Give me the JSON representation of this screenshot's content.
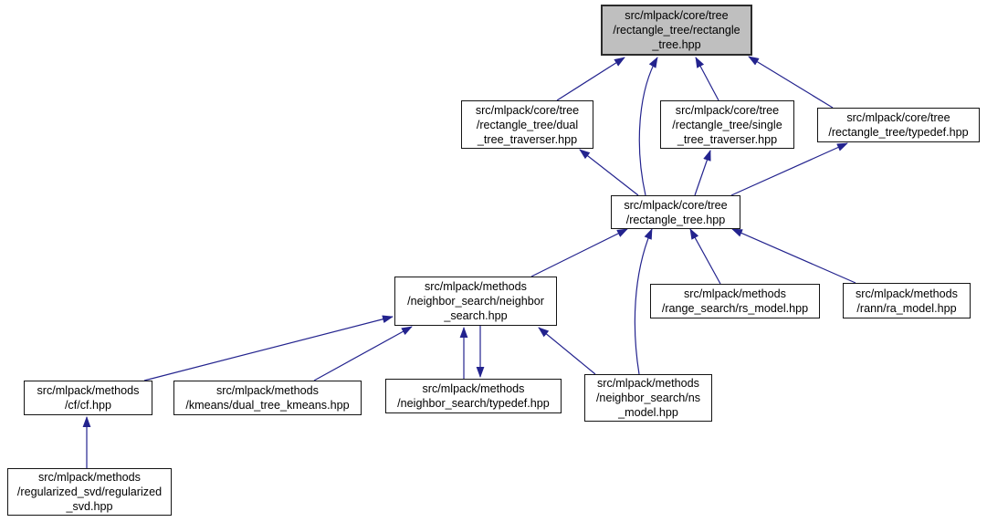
{
  "graph": {
    "type": "include-dependency-graph",
    "edge_color": "#23238e",
    "highlight_fill": "#bfbfbf",
    "nodes": [
      {
        "id": "rectangle_tree_rectangle_tree",
        "label": "src/mlpack/core/tree\n/rectangle_tree/rectangle\n_tree.hpp",
        "highlighted": true
      },
      {
        "id": "dual_tree_traverser",
        "label": "src/mlpack/core/tree\n/rectangle_tree/dual\n_tree_traverser.hpp",
        "highlighted": false
      },
      {
        "id": "single_tree_traverser",
        "label": "src/mlpack/core/tree\n/rectangle_tree/single\n_tree_traverser.hpp",
        "highlighted": false
      },
      {
        "id": "rectangle_tree_typedef",
        "label": "src/mlpack/core/tree\n/rectangle_tree/typedef.hpp",
        "highlighted": false
      },
      {
        "id": "rectangle_tree",
        "label": "src/mlpack/core/tree\n/rectangle_tree.hpp",
        "highlighted": false
      },
      {
        "id": "neighbor_search",
        "label": "src/mlpack/methods\n/neighbor_search/neighbor\n_search.hpp",
        "highlighted": false
      },
      {
        "id": "rs_model",
        "label": "src/mlpack/methods\n/range_search/rs_model.hpp",
        "highlighted": false
      },
      {
        "id": "ra_model",
        "label": "src/mlpack/methods\n/rann/ra_model.hpp",
        "highlighted": false
      },
      {
        "id": "cf",
        "label": "src/mlpack/methods\n/cf/cf.hpp",
        "highlighted": false
      },
      {
        "id": "dual_tree_kmeans",
        "label": "src/mlpack/methods\n/kmeans/dual_tree_kmeans.hpp",
        "highlighted": false
      },
      {
        "id": "neighbor_search_typedef",
        "label": "src/mlpack/methods\n/neighbor_search/typedef.hpp",
        "highlighted": false
      },
      {
        "id": "ns_model",
        "label": "src/mlpack/methods\n/neighbor_search/ns\n_model.hpp",
        "highlighted": false
      },
      {
        "id": "regularized_svd",
        "label": "src/mlpack/methods\n/regularized_svd/regularized\n_svd.hpp",
        "highlighted": false
      }
    ],
    "edges": [
      {
        "from": "dual_tree_traverser",
        "to": "rectangle_tree_rectangle_tree"
      },
      {
        "from": "rectangle_tree",
        "to": "rectangle_tree_rectangle_tree"
      },
      {
        "from": "single_tree_traverser",
        "to": "rectangle_tree_rectangle_tree"
      },
      {
        "from": "rectangle_tree_typedef",
        "to": "rectangle_tree_rectangle_tree"
      },
      {
        "from": "rectangle_tree",
        "to": "dual_tree_traverser"
      },
      {
        "from": "rectangle_tree",
        "to": "single_tree_traverser"
      },
      {
        "from": "rectangle_tree",
        "to": "rectangle_tree_typedef"
      },
      {
        "from": "neighbor_search",
        "to": "rectangle_tree"
      },
      {
        "from": "ns_model",
        "to": "rectangle_tree"
      },
      {
        "from": "rs_model",
        "to": "rectangle_tree"
      },
      {
        "from": "ra_model",
        "to": "rectangle_tree"
      },
      {
        "from": "cf",
        "to": "neighbor_search"
      },
      {
        "from": "dual_tree_kmeans",
        "to": "neighbor_search"
      },
      {
        "from": "neighbor_search_typedef",
        "to": "neighbor_search"
      },
      {
        "from": "neighbor_search",
        "to": "neighbor_search_typedef"
      },
      {
        "from": "ns_model",
        "to": "neighbor_search"
      },
      {
        "from": "regularized_svd",
        "to": "cf"
      }
    ]
  }
}
